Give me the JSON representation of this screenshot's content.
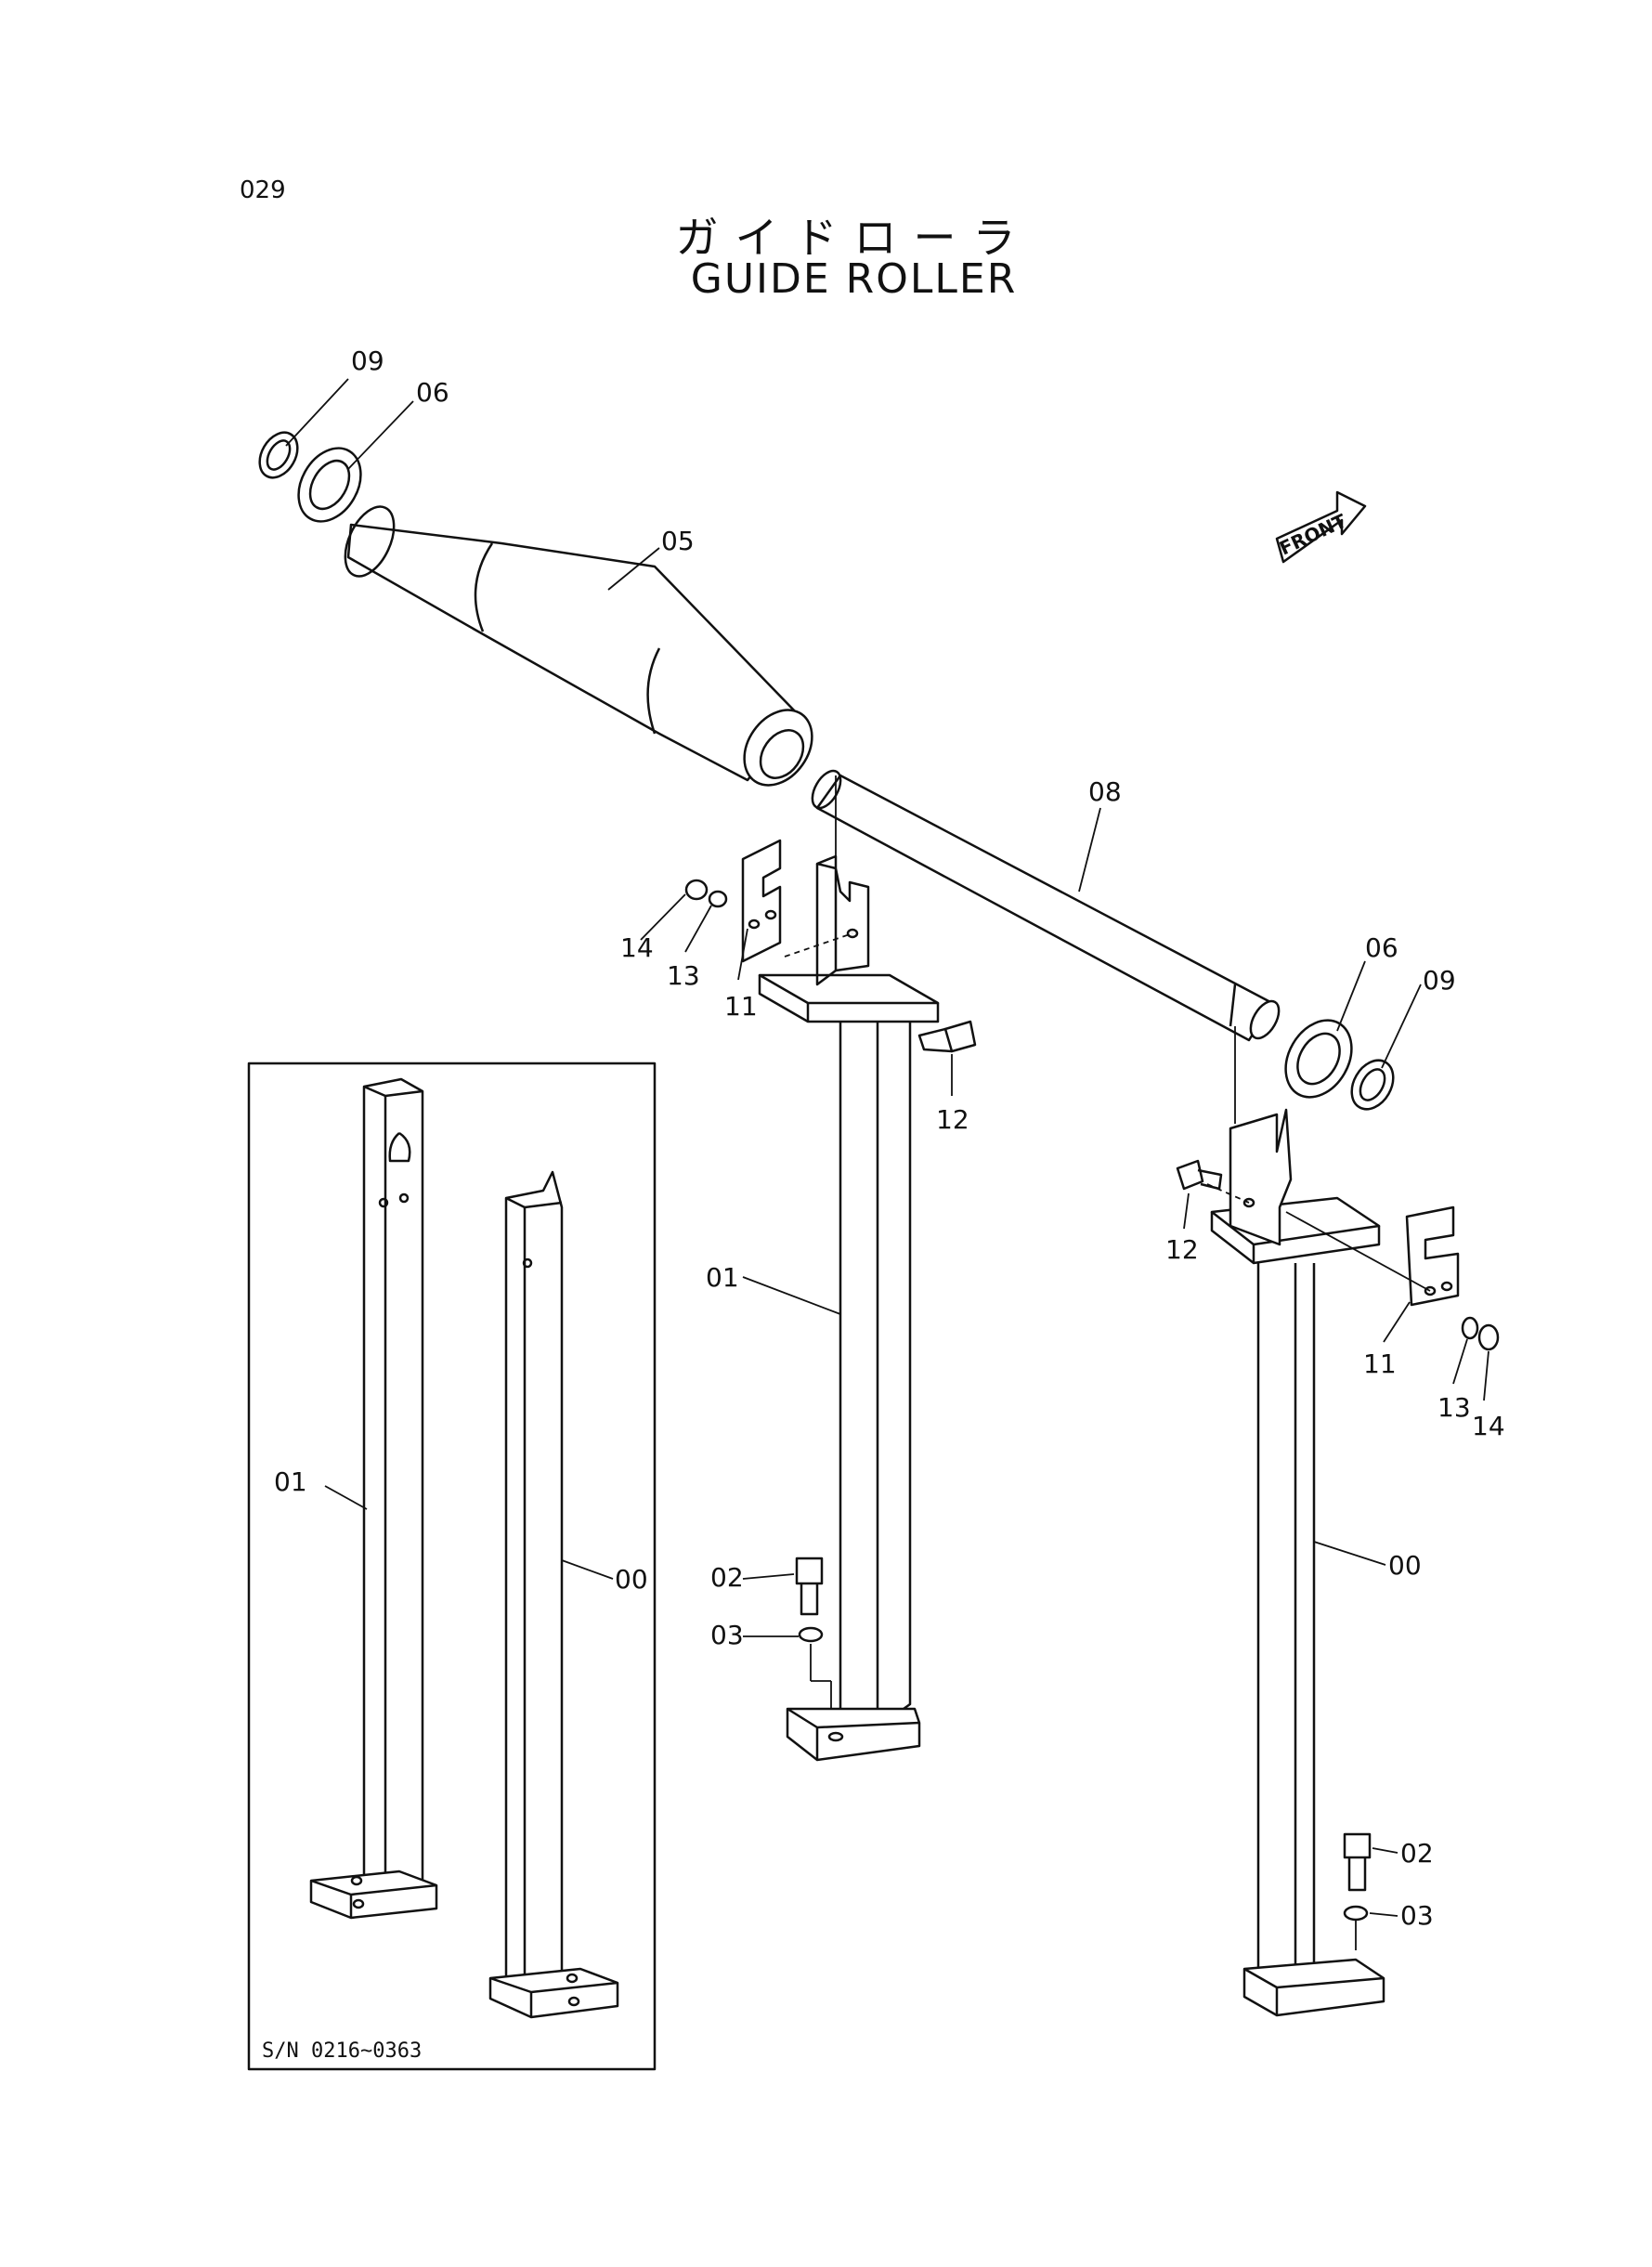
{
  "page_number": "029",
  "title": {
    "japanese": "ガイドローラ",
    "english": "GUIDE ROLLER"
  },
  "front_label": "FRONT",
  "inset": {
    "serial_range": "S/N 0216~0363"
  },
  "part_labels": {
    "p00": "00",
    "p01": "01",
    "p02": "02",
    "p03": "03",
    "p05": "05",
    "p06": "06",
    "p08": "08",
    "p09": "09",
    "p11": "11",
    "p12": "12",
    "p13": "13",
    "p14": "14"
  }
}
